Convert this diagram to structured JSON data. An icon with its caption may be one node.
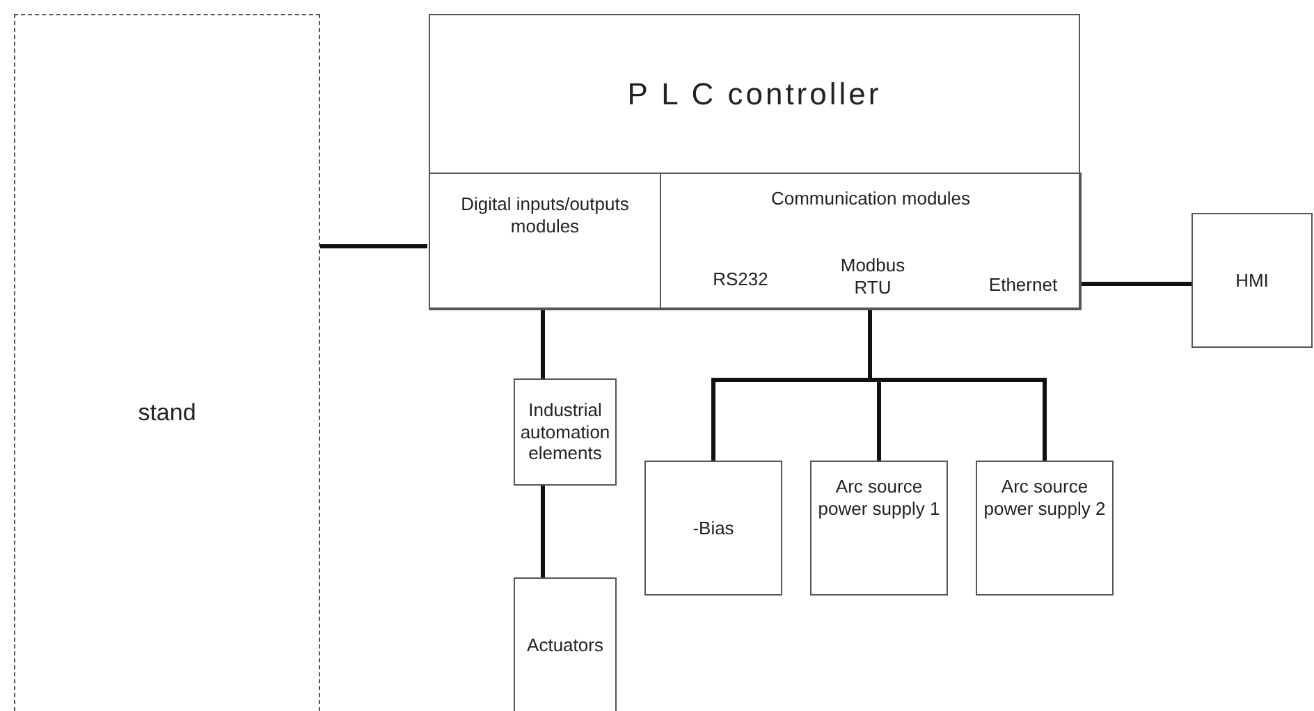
{
  "diagram": {
    "nodes": [
      {
        "text": [
          "stand"
        ]
      },
      {
        "text": [
          "P L C controller"
        ]
      },
      {
        "text": [
          "Digital inputs/outputs modules"
        ],
        "in": 1
      },
      {
        "text": [
          "Communication modules"
        ],
        "in": 1
      },
      {
        "text": [
          "RS232"
        ],
        "in": 3
      },
      {
        "text": [
          "Modbus RTU"
        ],
        "in": 3
      },
      {
        "text": [
          "Ethernet"
        ],
        "in": 3
      },
      {
        "text": [
          "HMI"
        ]
      },
      {
        "text": [
          "Industrial automation elements"
        ]
      },
      {
        "text": [
          "Actuators"
        ]
      },
      {
        "text": [
          "-Bias"
        ]
      },
      {
        "text": [
          "Arc source power supply 1"
        ]
      },
      {
        "text": [
          "Arc source power supply 2"
        ]
      }
    ],
    "edges": [
      {
        "from": 0,
        "to": 2,
        "arrow": "none"
      },
      {
        "from": 6,
        "to": 7,
        "arrow": "none"
      },
      {
        "from": 2,
        "to": 8,
        "arrow": "none"
      },
      {
        "from": 8,
        "to": 9,
        "arrow": "none"
      },
      {
        "from": 5,
        "to": 10,
        "arrow": "none"
      },
      {
        "from": 5,
        "to": 11,
        "arrow": "none"
      },
      {
        "from": 5,
        "to": 12,
        "arrow": "none"
      }
    ]
  }
}
